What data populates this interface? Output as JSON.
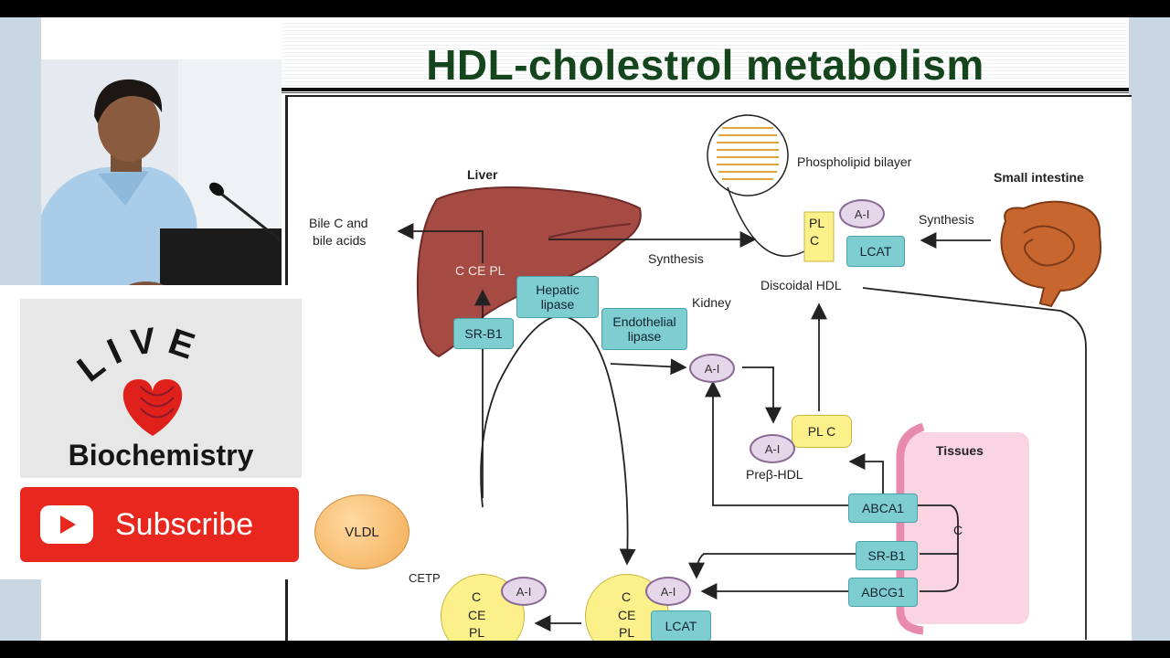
{
  "slide": {
    "title": "HDL-cholestrol metabolism"
  },
  "channel": {
    "logo_word": "LIVE",
    "logo_sub": "Biochemistry",
    "subscribe_label": "Subscribe"
  },
  "diagram": {
    "liver_label": "Liver",
    "liver_contents": "C CE PL",
    "bile_label_1": "Bile C and",
    "bile_label_2": "bile acids",
    "synthesis_liver": "Synthesis",
    "hepatic_lipase_1": "Hepatic",
    "hepatic_lipase_2": "lipase",
    "srb1_liver": "SR-B1",
    "endothelial_lipase_1": "Endothelial",
    "endothelial_lipase_2": "lipase",
    "kidney": "Kidney",
    "ai_kidney": "A-I",
    "phospholipid_bilayer": "Phospholipid bilayer",
    "small_intestine": "Small intestine",
    "synthesis_intestine": "Synthesis",
    "disc_pl": "PL",
    "disc_c": "C",
    "disc_ai": "A-I",
    "disc_lcat": "LCAT",
    "discoidal_hdl": "Discoidal HDL",
    "prebeta_plc": "PL C",
    "prebeta_ai": "A-I",
    "prebeta_hdl": "Preβ-HDL",
    "tissues": "Tissues",
    "abca1": "ABCA1",
    "srb1_tissue": "SR-B1",
    "abcg1": "ABCG1",
    "c_tissue": "C",
    "vldl": "VLDL",
    "cetp": "CETP",
    "hdl2_c": "C",
    "hdl2_ce": "CE",
    "hdl2_pl": "PL",
    "hdl2_ai": "A-I",
    "hdl3_c": "C",
    "hdl3_ce": "CE",
    "hdl3_pl": "PL",
    "hdl3_ai": "A-I",
    "hdl3_lcat": "LCAT"
  },
  "colors": {
    "title": "#15451d",
    "teal_box": "#7ecdd0",
    "apo_ellipse": "#e6d6ea",
    "lipid_yellow": "#fbf08a",
    "liver": "#a64a44",
    "tissue_pink": "#fbd4e4",
    "subscribe_red": "#e8281f"
  }
}
